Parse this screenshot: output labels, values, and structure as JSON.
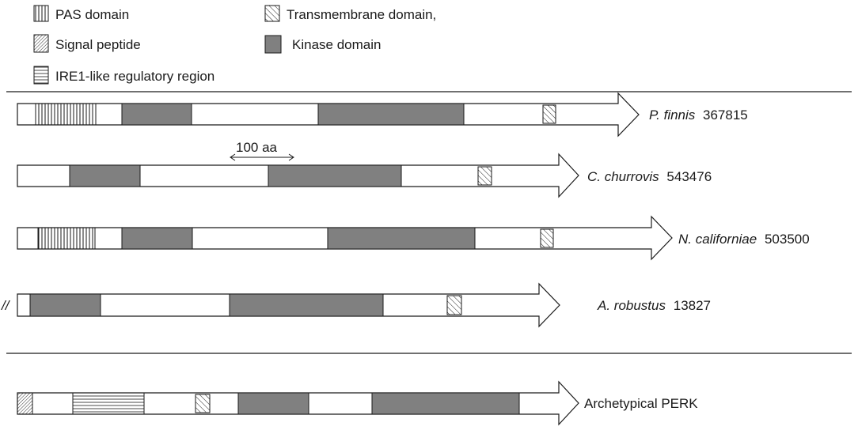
{
  "colors": {
    "stroke": "#1a1a1a",
    "kinase": "#808080",
    "background": "#ffffff"
  },
  "legend": [
    {
      "id": "pas",
      "label": "PAS domain",
      "pattern": "vertical-lines"
    },
    {
      "id": "tm",
      "label": "Transmembrane domain,",
      "pattern": "diagonal-lines"
    },
    {
      "id": "signal",
      "label": "Signal peptide",
      "pattern": "dense-diagonal-lines"
    },
    {
      "id": "kinase",
      "label": "Kinase domain",
      "pattern": "solid-gray"
    },
    {
      "id": "ire1",
      "label": "IRE1-like regulatory region",
      "pattern": "horizontal-lines"
    }
  ],
  "scale_bar": {
    "label": "100 aa"
  },
  "truncation_mark": "//",
  "proteins": [
    {
      "italic": "P. finnis",
      "id_text": "367815",
      "domains": [
        "pas",
        "kinase",
        "kinase",
        "tm"
      ]
    },
    {
      "italic": "C. churrovis",
      "id_text": "543476",
      "domains": [
        "kinase",
        "kinase",
        "tm"
      ]
    },
    {
      "italic": "N. californiae",
      "id_text": "503500",
      "domains": [
        "pas",
        "kinase",
        "kinase",
        "tm"
      ]
    },
    {
      "italic": "A. robustus",
      "id_text": "13827",
      "domains": [
        "kinase",
        "kinase",
        "tm"
      ],
      "truncated": true
    },
    {
      "italic": "",
      "id_text": "Archetypical PERK",
      "domains": [
        "signal",
        "ire1",
        "tm",
        "kinase",
        "kinase"
      ]
    }
  ]
}
